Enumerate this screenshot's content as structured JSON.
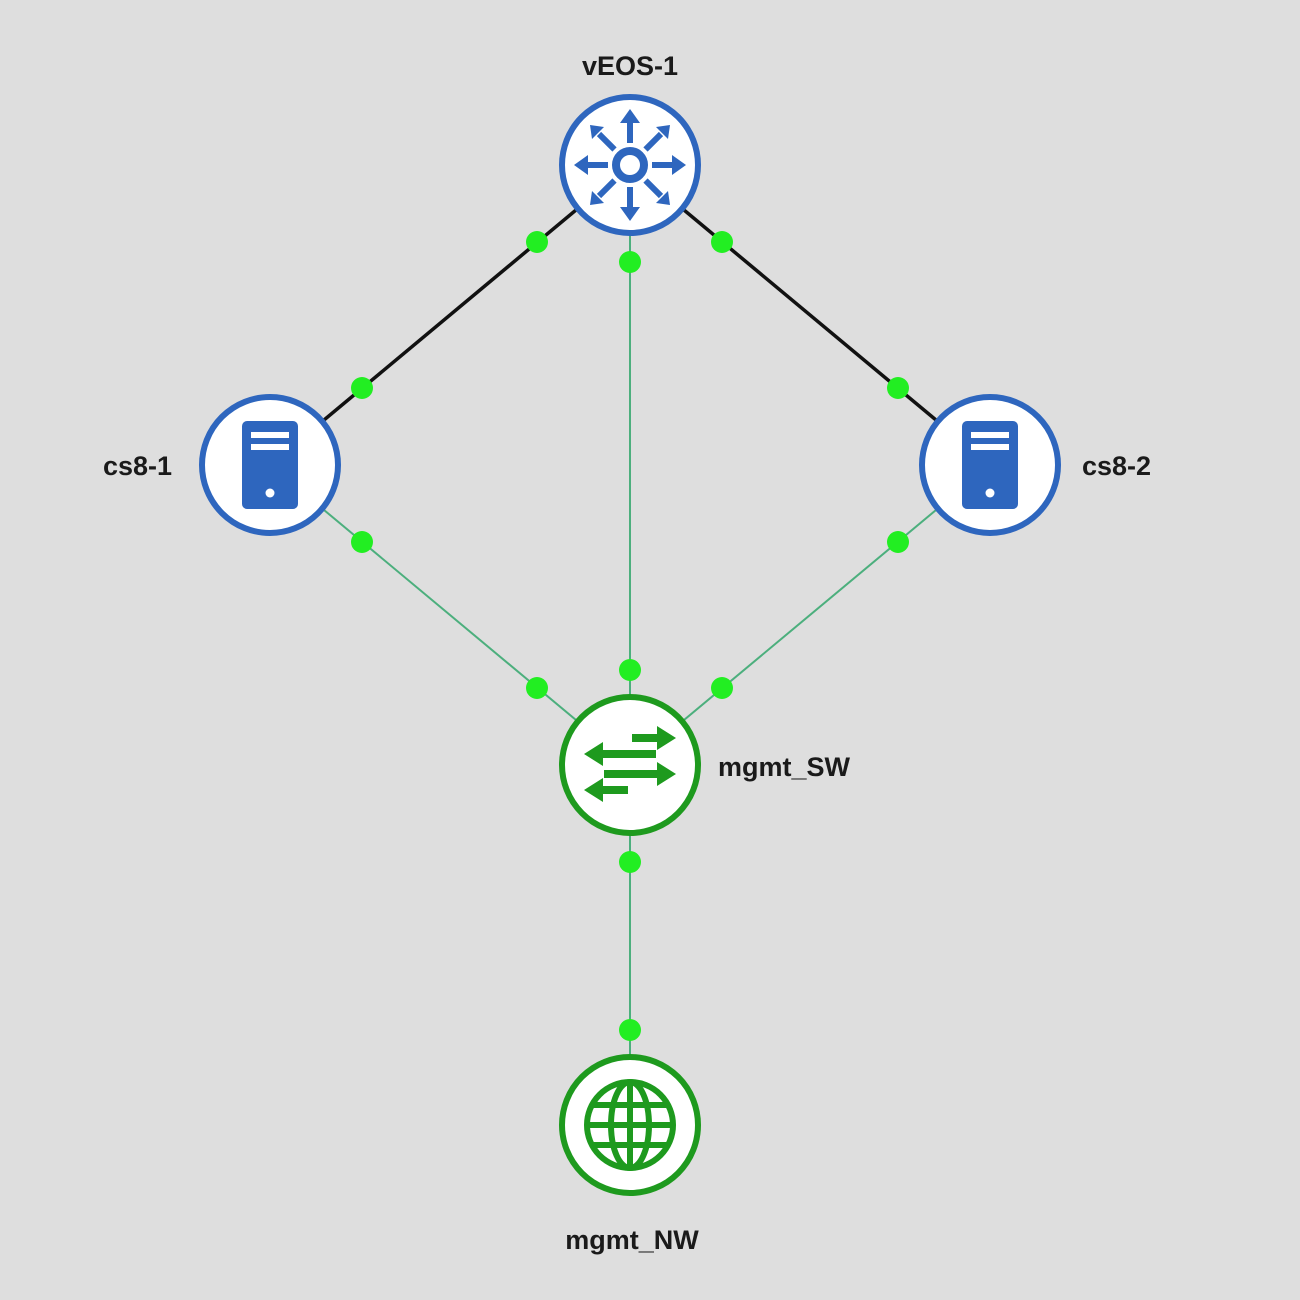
{
  "colors": {
    "background": "#dedede",
    "data_link": "#111111",
    "mgmt_link": "#4caf7d",
    "port": "#22ee22",
    "device_blue": "#2e66be",
    "device_green": "#1e9a1e",
    "node_fill": "#ffffff"
  },
  "nodes": {
    "veos1": {
      "label": "vEOS-1",
      "icon": "router-icon"
    },
    "cs8_1": {
      "label": "cs8-1",
      "icon": "server-icon"
    },
    "cs8_2": {
      "label": "cs8-2",
      "icon": "server-icon"
    },
    "mgmt_sw": {
      "label": "mgmt_SW",
      "icon": "switch-icon"
    },
    "mgmt_nw": {
      "label": "mgmt_NW",
      "icon": "globe-icon"
    }
  },
  "links": [
    {
      "from": "vEOS-1",
      "to": "cs8-1",
      "type": "data"
    },
    {
      "from": "vEOS-1",
      "to": "cs8-2",
      "type": "data"
    },
    {
      "from": "vEOS-1",
      "to": "mgmt_SW",
      "type": "management"
    },
    {
      "from": "cs8-1",
      "to": "mgmt_SW",
      "type": "management"
    },
    {
      "from": "cs8-2",
      "to": "mgmt_SW",
      "type": "management"
    },
    {
      "from": "mgmt_SW",
      "to": "mgmt_NW",
      "type": "management"
    }
  ]
}
